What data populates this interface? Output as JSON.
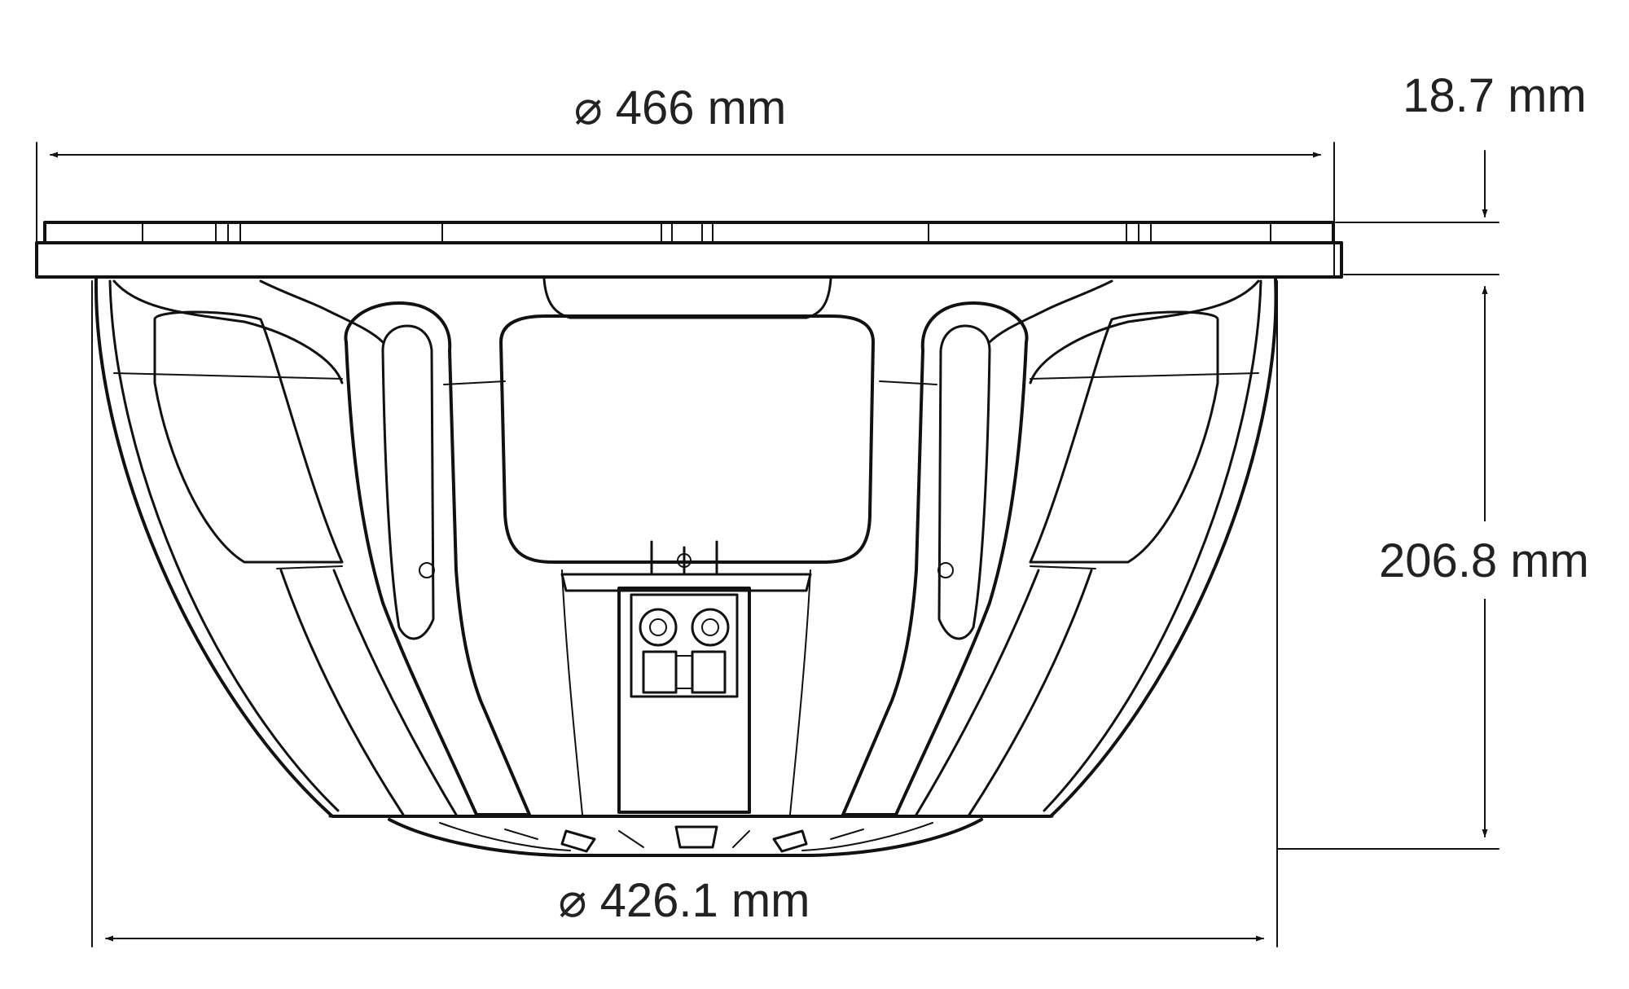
{
  "dimensions": {
    "outer_diameter": "⌀ 466 mm",
    "inner_diameter": "⌀ 426.1 mm",
    "flange_thickness": "18.7 mm",
    "mounting_depth": "206.8 mm"
  },
  "colors": {
    "line": "#111111",
    "text": "#222222",
    "background": "#ffffff"
  }
}
